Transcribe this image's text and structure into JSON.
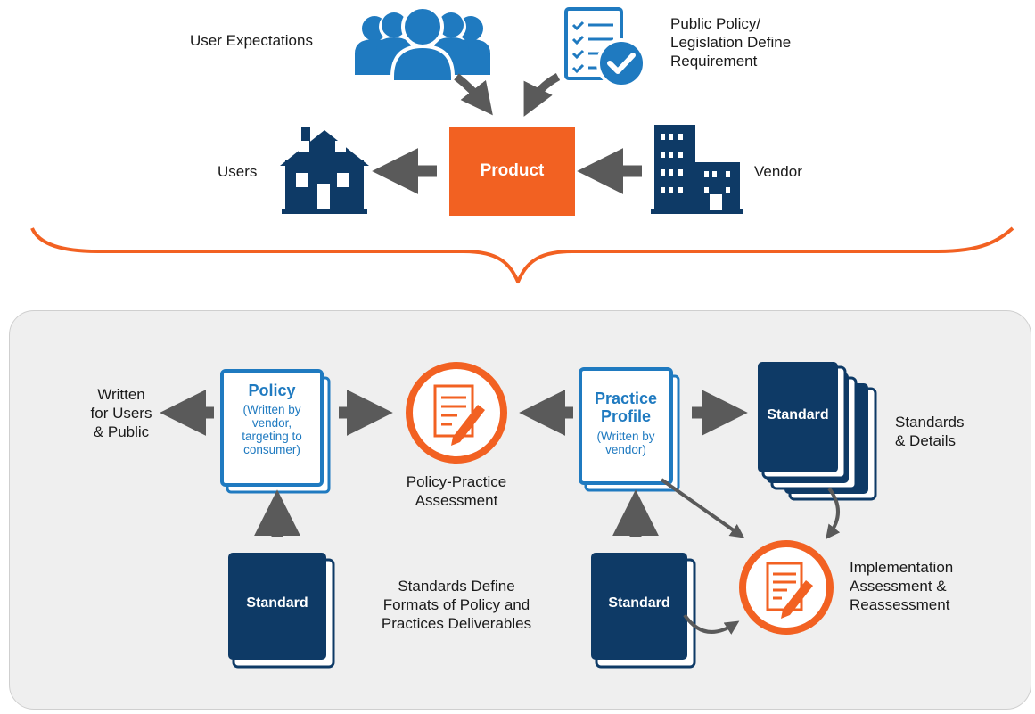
{
  "top": {
    "user_expectations": "User Expectations",
    "public_policy": [
      "Public Policy/",
      "Legislation Define",
      "Requirement"
    ],
    "users": "Users",
    "product": "Product",
    "vendor": "Vendor"
  },
  "bottom": {
    "written_for": [
      "Written",
      "for Users",
      "& Public"
    ],
    "policy_title": "Policy",
    "policy_sub": [
      "(Written by",
      "vendor,",
      "targeting to",
      "consumer)"
    ],
    "assessment_label": [
      "Policy-Practice",
      "Assessment"
    ],
    "practice_title": [
      "Practice",
      "Profile"
    ],
    "practice_sub": [
      "(Written by",
      "vendor)"
    ],
    "standard": "Standard",
    "standards_details": [
      "Standards",
      "& Details"
    ],
    "standards_define": [
      "Standards Define",
      "Formats of Policy and",
      "Practices Deliverables"
    ],
    "implementation": [
      "Implementation",
      "Assessment &",
      "Reassessment"
    ]
  },
  "colors": {
    "navy": "#0e3a66",
    "blue": "#1f7ac0",
    "orange": "#f26122",
    "arrow": "#5a5a5a",
    "panel_bg": "#efefef"
  },
  "icons": [
    "users-group-icon",
    "checklist-icon",
    "house-icon",
    "building-icon",
    "document-pencil-icon",
    "book-icon"
  ]
}
